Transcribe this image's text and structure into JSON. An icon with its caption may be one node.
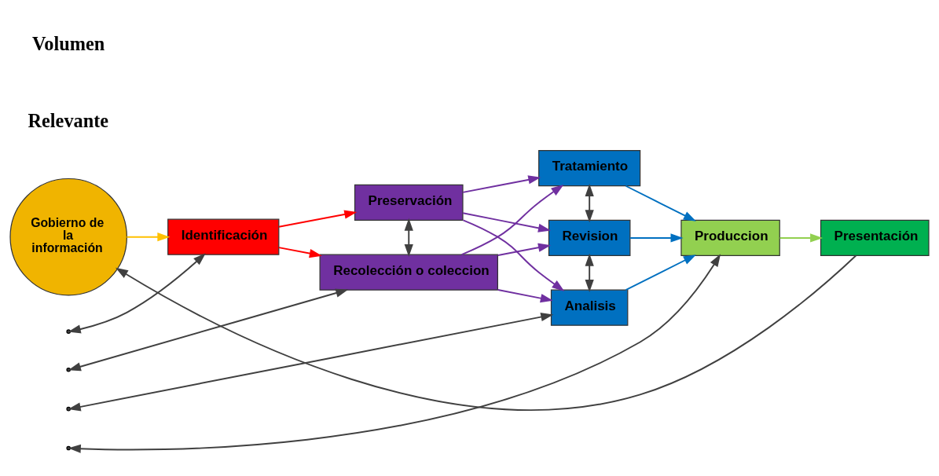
{
  "diagram": {
    "nodes": [
      {
        "text": [
          "Gobierno de la información"
        ]
      },
      {
        "text": [
          "Identificación"
        ]
      },
      {
        "text": [
          "Preservación"
        ]
      },
      {
        "text": [
          "Recolección o coleccion"
        ]
      },
      {
        "text": [
          "Tratamiento"
        ]
      },
      {
        "text": [
          "Revision"
        ]
      },
      {
        "text": [
          "Analisis"
        ]
      },
      {
        "text": [
          "Produccion"
        ]
      },
      {
        "text": [
          "Presentación"
        ]
      }
    ],
    "edges": [
      {
        "from": 0,
        "to": 1,
        "arrow": "to",
        "color": "#ffc000"
      },
      {
        "from": 1,
        "to": 2,
        "arrow": "to",
        "color": "#ff0000"
      },
      {
        "from": 1,
        "to": 3,
        "arrow": "to",
        "color": "#ff0000"
      },
      {
        "from": 2,
        "to": 3,
        "arrow": "both"
      },
      {
        "from": 2,
        "to": 4,
        "arrow": "to",
        "color": "#7030a0"
      },
      {
        "from": 2,
        "to": 5,
        "arrow": "to",
        "color": "#7030a0"
      },
      {
        "from": 2,
        "to": 6,
        "arrow": "to",
        "color": "#7030a0"
      },
      {
        "from": 3,
        "to": 4,
        "arrow": "to",
        "color": "#7030a0"
      },
      {
        "from": 3,
        "to": 5,
        "arrow": "to",
        "color": "#7030a0"
      },
      {
        "from": 3,
        "to": 6,
        "arrow": "to",
        "color": "#7030a0"
      },
      {
        "from": 4,
        "to": 5,
        "arrow": "both"
      },
      {
        "from": 5,
        "to": 6,
        "arrow": "both"
      },
      {
        "from": 4,
        "to": 7,
        "arrow": "to",
        "color": "#0070c0"
      },
      {
        "from": 5,
        "to": 7,
        "arrow": "to",
        "color": "#0070c0"
      },
      {
        "from": 6,
        "to": 7,
        "arrow": "to",
        "color": "#0070c0"
      },
      {
        "from": 7,
        "to": 8,
        "arrow": "to",
        "color": "#92d050"
      },
      {
        "from": 8,
        "to": 0,
        "arrow": "to"
      },
      {
        "from": null,
        "to": 1,
        "arrow": "both"
      },
      {
        "from": null,
        "to": 3,
        "arrow": "both"
      },
      {
        "from": null,
        "to": 6,
        "arrow": "both"
      },
      {
        "from": null,
        "to": 7,
        "arrow": "both"
      }
    ],
    "labels": [
      "Volumen",
      "Relevante"
    ]
  }
}
